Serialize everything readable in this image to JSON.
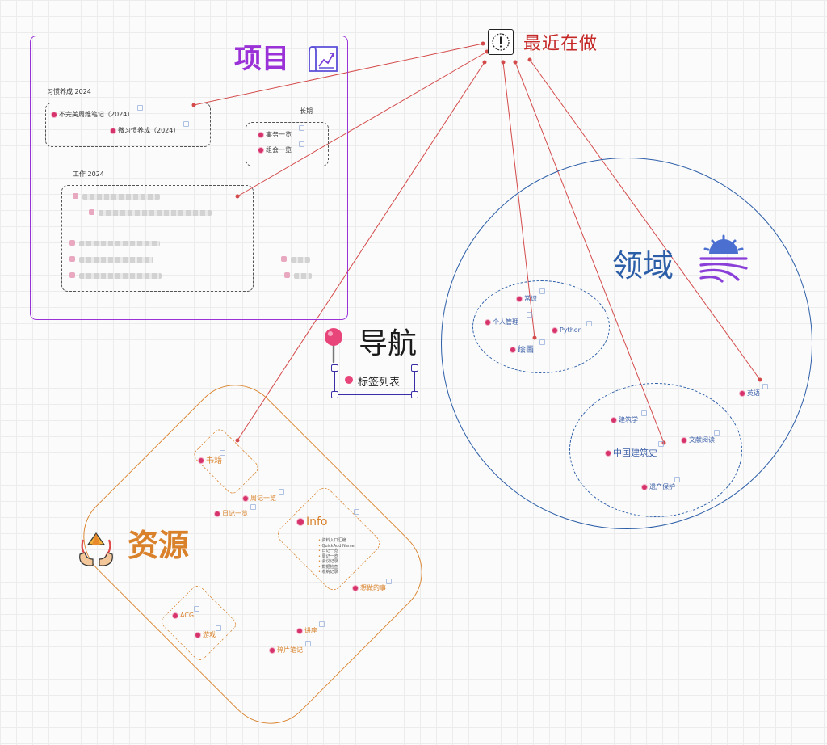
{
  "colors": {
    "project": "#9a32d8",
    "domain": "#2c5ea8",
    "resource": "#d9822b",
    "recent": "#c62828",
    "nav_border": "#3a2fa8"
  },
  "recent": {
    "title": "最近在做",
    "icon": "alert-circle-icon"
  },
  "project": {
    "title": "项目",
    "icon": "chart-board-icon",
    "habit_label": "习惯养成 2024",
    "habit_items": [
      "不完美周维笔记（2024）",
      "微习惯养成（2024）"
    ],
    "long_label": "长期",
    "long_items": [
      "事务一览",
      "组会一览"
    ],
    "work_label": "工作 2024"
  },
  "domain": {
    "title": "领域",
    "icon": "sunrise-field-icon",
    "cluster1": [
      "常识",
      "个人管理",
      "Python",
      "绘画"
    ],
    "english": "英语",
    "cluster2": [
      "建筑学",
      "中国建筑史",
      "文献阅读",
      "遗产保护"
    ]
  },
  "nav": {
    "title": "导航",
    "icon": "pushpin-icon",
    "tag_list": "标签列表"
  },
  "resource": {
    "title": "资源",
    "icon": "hands-recycle-icon",
    "books": "书籍",
    "weekly": "周记一览",
    "daily": "日记一览",
    "info": "Info",
    "info_sub": [
      "资料入口汇编",
      "QuickAdd Name",
      "日记一览",
      "周记一览",
      "会议记录",
      "数据检查",
      "收纳记录"
    ],
    "wishlist": "想做的事",
    "acg": "ACG",
    "games": "游戏",
    "lectures": "讲座",
    "fragments": "碎片笔记"
  }
}
